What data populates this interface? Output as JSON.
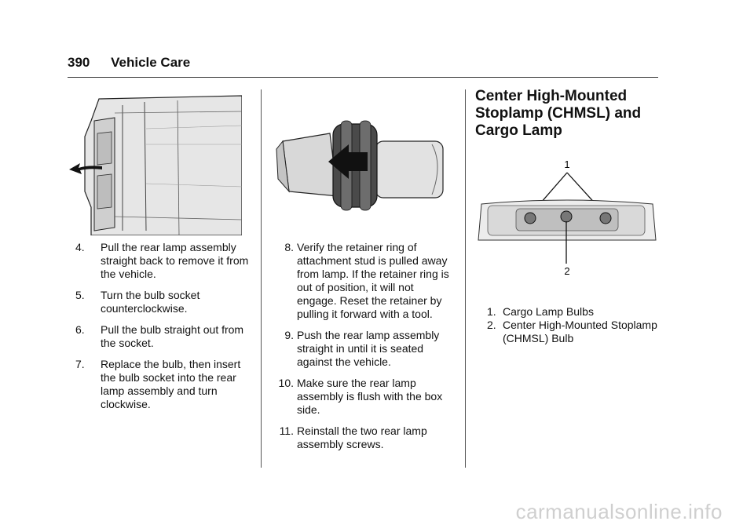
{
  "header": {
    "page_number": "390",
    "section": "Vehicle Care"
  },
  "col1": {
    "steps": [
      {
        "num": "4.",
        "text": "Pull the rear lamp assembly straight back to remove it from the vehicle."
      },
      {
        "num": "5.",
        "text": "Turn the bulb socket counterclockwise."
      },
      {
        "num": "6.",
        "text": "Pull the bulb straight out from the socket."
      },
      {
        "num": "7.",
        "text": "Replace the bulb, then insert the bulb socket into the rear lamp assembly and turn clockwise."
      }
    ]
  },
  "col2": {
    "steps": [
      {
        "num": "8.",
        "text": "Verify the retainer ring of attachment stud is pulled away from lamp. If the retainer ring is out of position, it will not engage. Reset the retainer by pulling it forward with a tool."
      },
      {
        "num": "9.",
        "text": "Push the rear lamp assembly straight in until it is seated against the vehicle."
      },
      {
        "num": "10.",
        "text": "Make sure the rear lamp assembly is flush with the box side."
      },
      {
        "num": "11.",
        "text": "Reinstall the two rear lamp assembly screws."
      }
    ]
  },
  "col3": {
    "heading": "Center High-Mounted Stoplamp (CHMSL) and Cargo Lamp",
    "callout_1": "1",
    "callout_2": "2",
    "legend": [
      {
        "num": "1.",
        "text": "Cargo Lamp Bulbs"
      },
      {
        "num": "2.",
        "text": "Center High-Mounted Stoplamp (CHMSL) Bulb"
      }
    ]
  },
  "watermark": "carmanualsonline.info"
}
